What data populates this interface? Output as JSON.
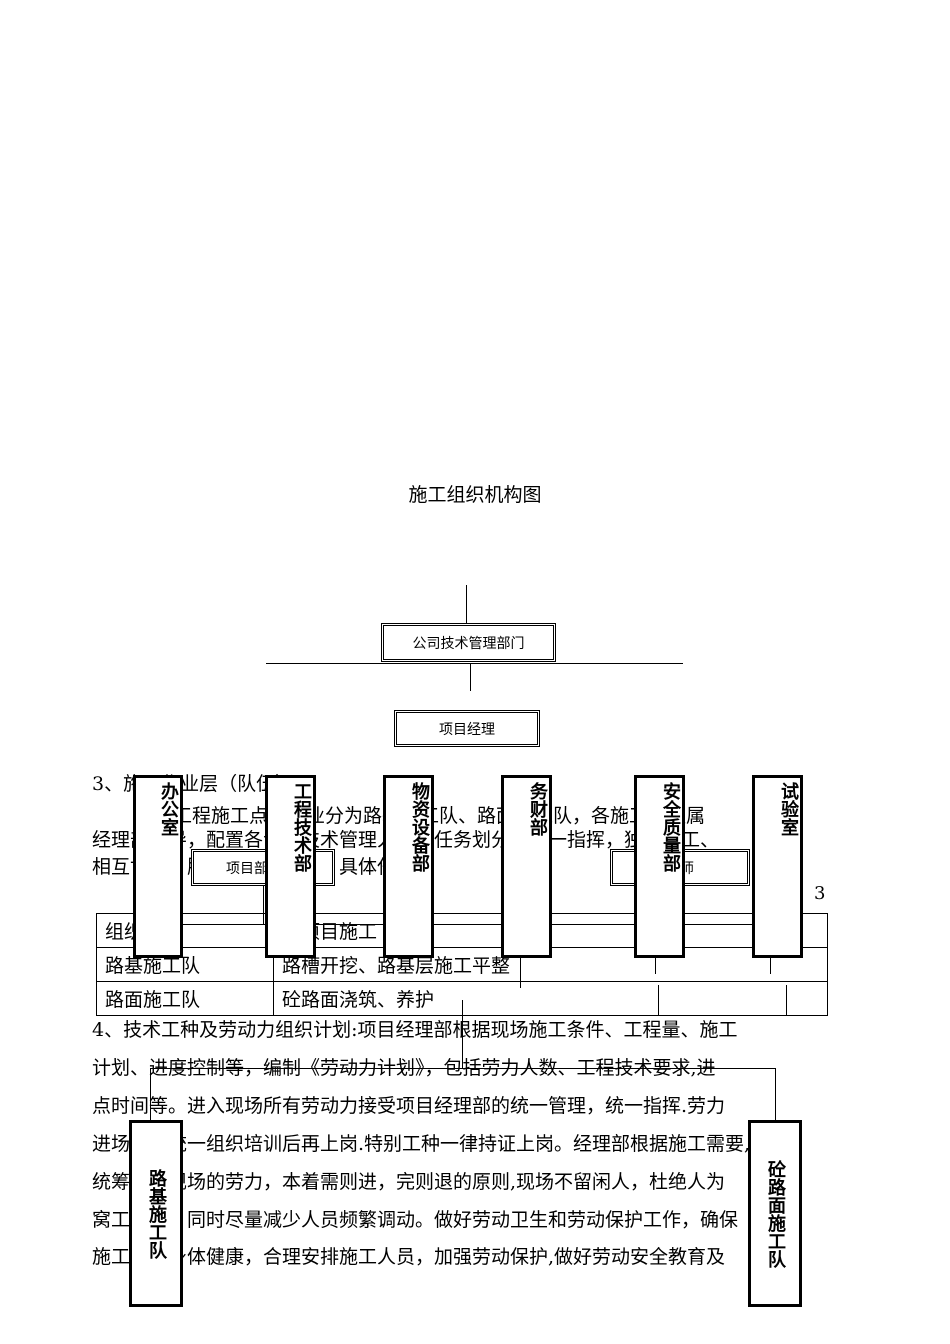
{
  "title": "施工组织机构图",
  "org": {
    "company_dept": "公司技术管理部门",
    "project_manager": "项目经理",
    "project_sub": "项目部",
    "engineer": "程师",
    "departments": [
      "办公室",
      "工程技术部",
      "物资设备部",
      "务财部",
      "安全质量部",
      "试验室"
    ],
    "teams": [
      "路基施工队",
      "砼路面施工队"
    ]
  },
  "section3": {
    "heading": "3、施工作业层（队伍）",
    "lines": [
      "本工程施工点按专业分为路基施工队、路面施工队，各施工队直属",
      "经理部领导，配置各专业技术管理人员，任务划分，统一指挥，独立施工、",
      "相互协作，服务于精品工程，具体任务"
    ],
    "page_mark": "3"
  },
  "table": {
    "header": [
      "组织名称",
      "分项目施工"
    ],
    "rows": [
      [
        "路基施工队",
        "路槽开挖、路基层施工平整"
      ],
      [
        "路面施工队",
        "砼路面浇筑、养护"
      ]
    ]
  },
  "section4": {
    "lines": [
      "4、技术工种及劳动力组织计划:项目经理部根据现场施工条件、工程量、施工",
      "计划、进度控制等，编制《劳动力计划》，包括劳力人数、工程技术要求,进",
      "点时间等。进入现场所有劳动力接受项目经理部的统一管理，统一指挥.劳力",
      "进场后，统一组织培训后再上岗.特别工种一律持证上岗。经理部根据施工需要,",
      "统筹安排现场的劳力，本着需则进，完则退的原则,现场不留闲人，杜绝人为",
      "窝工现象，同时尽量减少人员频繁调动。做好劳动卫生和劳动保护工作，确保",
      "施工人员身体健康，合理安排施工人员，加强劳动保护,做好劳动安全教育及"
    ]
  }
}
